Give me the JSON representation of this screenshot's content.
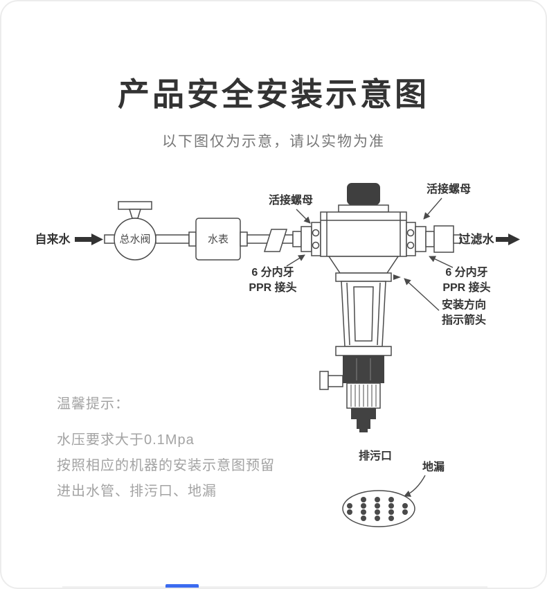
{
  "page": {
    "title": "产品安全安装示意图",
    "subtitle": "以下图仅为示意，请以实物为准"
  },
  "diagram": {
    "labels": {
      "tap_water": "自来水",
      "main_valve": "总水阀",
      "water_meter": "水表",
      "union_nut_left": "活接螺母",
      "union_nut_right": "活接螺母",
      "ppr_left_line1": "6 分内牙",
      "ppr_left_line2": "PPR 接头",
      "ppr_right_line1": "6 分内牙",
      "ppr_right_line2": "PPR 接头",
      "direction_line1": "安装方向",
      "direction_line2": "指示箭头",
      "filtered_water": "过滤水",
      "drain_outlet": "排污口",
      "floor_drain": "地漏"
    }
  },
  "tips": {
    "heading": "温馨提示：",
    "lines": [
      "水压要求大于0.1Mpa",
      "按照相应的机器的安装示意图预留",
      "进出水管、排污口、地漏"
    ]
  },
  "colors": {
    "diagram_line": "#4a4a4a",
    "dark_fill": "#3f3f3f",
    "label_text": "#333333",
    "tips_text": "#a3a3a3",
    "accent_blue": "#3b6bf0"
  }
}
